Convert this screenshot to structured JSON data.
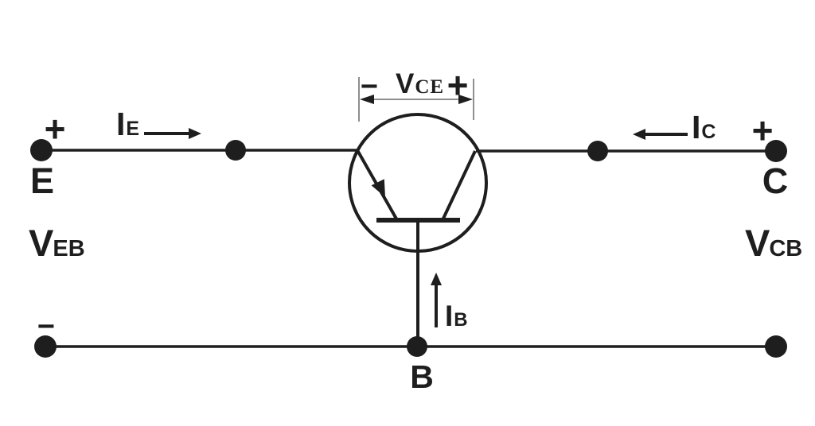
{
  "diagram": {
    "type": "circuit-schematic",
    "description": "PNP transistor two-port network with labeled terminal currents and voltages",
    "colors": {
      "ink": "#1e1e1e",
      "dimension": "#8f8f8f",
      "background": "#ffffff"
    },
    "terminals": {
      "emitter": {
        "label": "E",
        "polarity": "+"
      },
      "collector": {
        "label": "C",
        "polarity": "+"
      },
      "base": {
        "label": "B"
      },
      "bottom_left_polarity": "−"
    },
    "voltages": {
      "vce": {
        "symbol": "V",
        "subscript": "CE",
        "minus": "−",
        "plus": "+"
      },
      "veb": {
        "symbol": "V",
        "subscript": "EB"
      },
      "vcb": {
        "symbol": "V",
        "subscript": "CB"
      }
    },
    "currents": {
      "ie": {
        "symbol": "I",
        "subscript": "E",
        "direction": "right"
      },
      "ic": {
        "symbol": "I",
        "subscript": "C",
        "direction": "left"
      },
      "ib": {
        "symbol": "I",
        "subscript": "B",
        "direction": "up"
      }
    },
    "transistor": {
      "kind": "PNP",
      "orientation": "base-down"
    }
  }
}
